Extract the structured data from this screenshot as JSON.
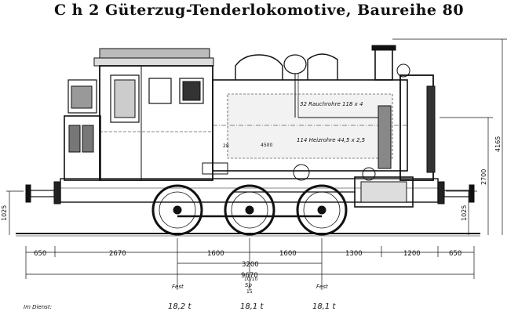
{
  "title": "C h 2 Güterzug-Tenderlokomotive, Baureihe 80",
  "dimensions_horizontal": {
    "segments": [
      "650",
      "2670",
      "1600",
      "1600",
      "1300",
      "1200",
      "650"
    ],
    "wheelbase": "3200",
    "overall_length": "9670"
  },
  "dimensions_vertical": {
    "buffer_height_left": "1025",
    "buffer_height_right": "1025",
    "boiler_centre": "2700",
    "total_height": "4165"
  },
  "annotations": {
    "flue_tubes": "32 Rauchrohre 118 x 4",
    "boiler_tubes": "114 Heizrohre 44,5 x 2,5",
    "dim_4500": "4500",
    "dim_28": "28"
  },
  "axle_labels": {
    "left": "Fest",
    "middle_top": "10/10",
    "middle_mid": "Sp",
    "middle_bot": "15",
    "right": "Fest"
  },
  "service_weights": {
    "row_label": "Im Dienst:",
    "axle1": "18,2 t",
    "axle2": "18,1 t",
    "axle3": "18,1 t"
  }
}
